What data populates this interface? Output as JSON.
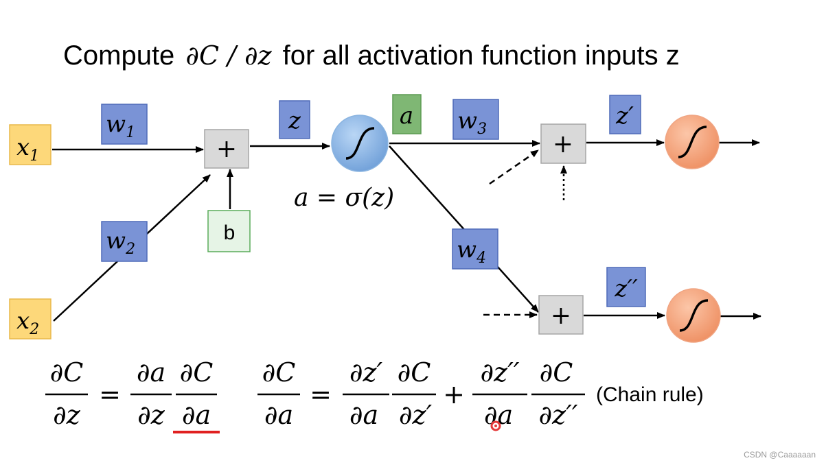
{
  "title": {
    "prefix": "Compute",
    "math": "∂C / ∂z",
    "suffix": "for all activation function inputs z"
  },
  "labels": {
    "x1": {
      "base": "x",
      "sub": "1"
    },
    "x2": {
      "base": "x",
      "sub": "2"
    },
    "w1": {
      "base": "w",
      "sub": "1"
    },
    "w2": {
      "base": "w",
      "sub": "2"
    },
    "w3": {
      "base": "w",
      "sub": "3"
    },
    "w4": {
      "base": "w",
      "sub": "4"
    },
    "b": "b",
    "z": "z",
    "a": "a",
    "z_prime": "z′",
    "z_double_prime": "z′′",
    "plus": "+",
    "activation_eq": "a = σ(z)"
  },
  "equations": {
    "eq1": {
      "lhs_num": "∂C",
      "lhs_den": "∂z",
      "equals": "=",
      "t1_num": "∂a",
      "t1_den": "∂z",
      "t2_num": "∂C",
      "t2_den": "∂a"
    },
    "eq2": {
      "lhs_num": "∂C",
      "lhs_den": "∂a",
      "equals": "=",
      "t1_num": "∂z′",
      "t1_den": "∂a",
      "t2_num": "∂C",
      "t2_den": "∂z′",
      "plus": "+",
      "t3_num": "∂z′′",
      "t3_den": "∂a",
      "t4_num": "∂C",
      "t4_den": "∂z′′"
    },
    "chain_rule": "(Chain rule)"
  },
  "watermark": "CSDN @Caaaaaan",
  "colors": {
    "input_fill": "#fdd87a",
    "input_stroke": "#e8b84a",
    "weight_fill": "#7a93d6",
    "weight_stroke": "#4f6bb8",
    "a_fill": "#7fb774",
    "a_stroke": "#5c9a52",
    "bias_fill": "#e6f4e6",
    "bias_stroke": "#5aab5a",
    "sum_fill": "#d9d9d9",
    "sum_stroke": "#a6a6a6",
    "neuron_blue": "#7fb0e6",
    "neuron_orange": "#f3a07a",
    "underline": "#e02020",
    "cursor": "#e43a3a"
  }
}
